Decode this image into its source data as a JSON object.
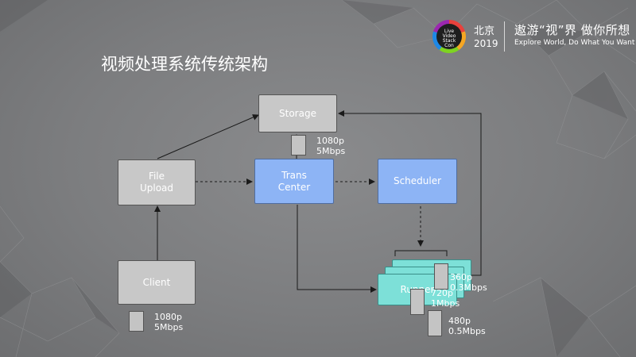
{
  "header": {
    "city": "北京",
    "year": "2019",
    "slogan_cn": "遨游“视”界 做你所想",
    "slogan_en": "Explore World, Do What You Want",
    "logo_text": [
      "Live",
      "Video",
      "Stack",
      "Con"
    ],
    "logo_colors": [
      "#e8413c",
      "#f5a623",
      "#7ed321",
      "#1e88e5",
      "#9b27af"
    ]
  },
  "title": "视频处理系统传统架构",
  "nodes": {
    "storage": "Storage",
    "file_upload": [
      "File",
      "Upload"
    ],
    "trans_center": [
      "Trans",
      "Center"
    ],
    "scheduler": "Scheduler",
    "client": "Client",
    "runner": "Runner"
  },
  "labels": {
    "storage_res": "1080p",
    "storage_rate": "5Mbps",
    "client_res": "1080p",
    "client_rate": "5Mbps",
    "r1_res": "360p",
    "r1_rate": "0.3Mbps",
    "r2_res": "720p",
    "r2_rate": "1Mbps",
    "r3_res": "480p",
    "r3_rate": "0.5Mbps"
  },
  "colors": {
    "gray_node": "#c8c8c8",
    "blue_node": "#8db4f5",
    "teal_node": "#7de0d8",
    "line": "#1a1a1a"
  }
}
